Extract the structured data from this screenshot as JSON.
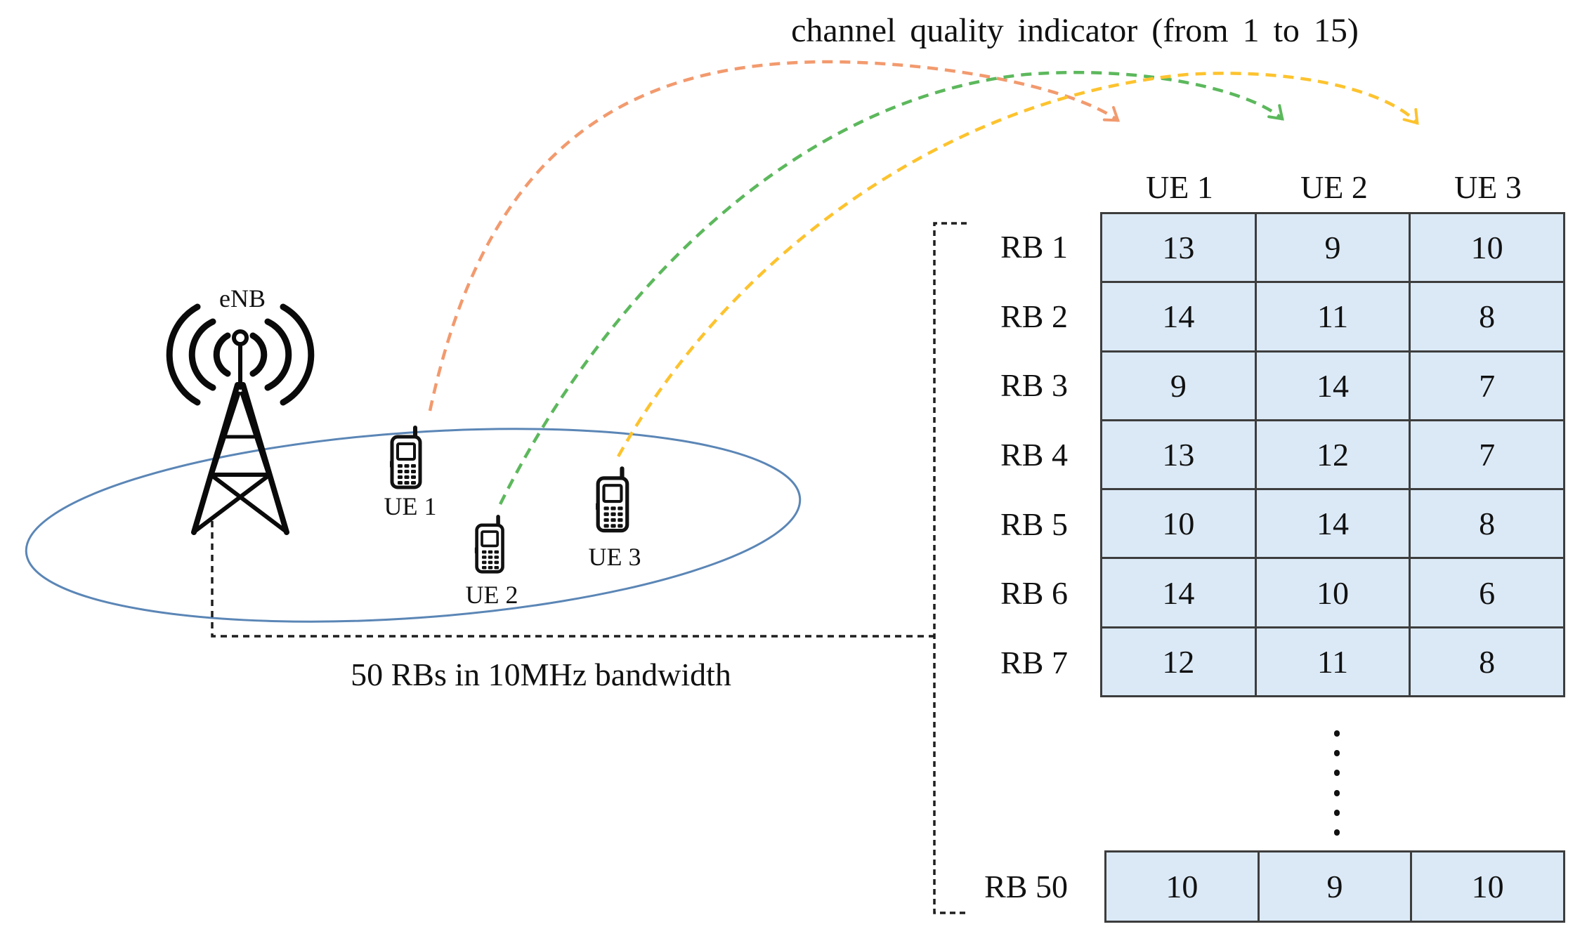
{
  "title": "channel quality indicator (from 1 to 15)",
  "scene": {
    "enb_label": "eNB",
    "ue1_label": "UE 1",
    "ue2_label": "UE 2",
    "ue3_label": "UE 3",
    "bandwidth_label": "50 RBs in 10MHz bandwidth"
  },
  "cqi_table": {
    "column_headers": [
      "UE 1",
      "UE 2",
      "UE 3"
    ],
    "rows": [
      {
        "label": "RB 1",
        "values": [
          "13",
          "9",
          "10"
        ]
      },
      {
        "label": "RB 2",
        "values": [
          "14",
          "11",
          "8"
        ]
      },
      {
        "label": "RB 3",
        "values": [
          "9",
          "14",
          "7"
        ]
      },
      {
        "label": "RB 4",
        "values": [
          "13",
          "12",
          "7"
        ]
      },
      {
        "label": "RB 5",
        "values": [
          "10",
          "14",
          "8"
        ]
      },
      {
        "label": "RB 6",
        "values": [
          "14",
          "10",
          "6"
        ]
      },
      {
        "label": "RB 7",
        "values": [
          "12",
          "11",
          "8"
        ]
      }
    ],
    "ellipsis_dot_count": 6,
    "last_row": {
      "label": "RB 50",
      "values": [
        "10",
        "9",
        "10"
      ]
    }
  },
  "colors": {
    "arrow_ue1": "#f29a6e",
    "arrow_ue2": "#5cb85c",
    "arrow_ue3": "#fdc32e",
    "cell_fill": "#dbe9f6",
    "cell_border": "#3d3d3d",
    "ellipse_stroke": "#5b86b6",
    "connector": "#1f1f1f"
  }
}
